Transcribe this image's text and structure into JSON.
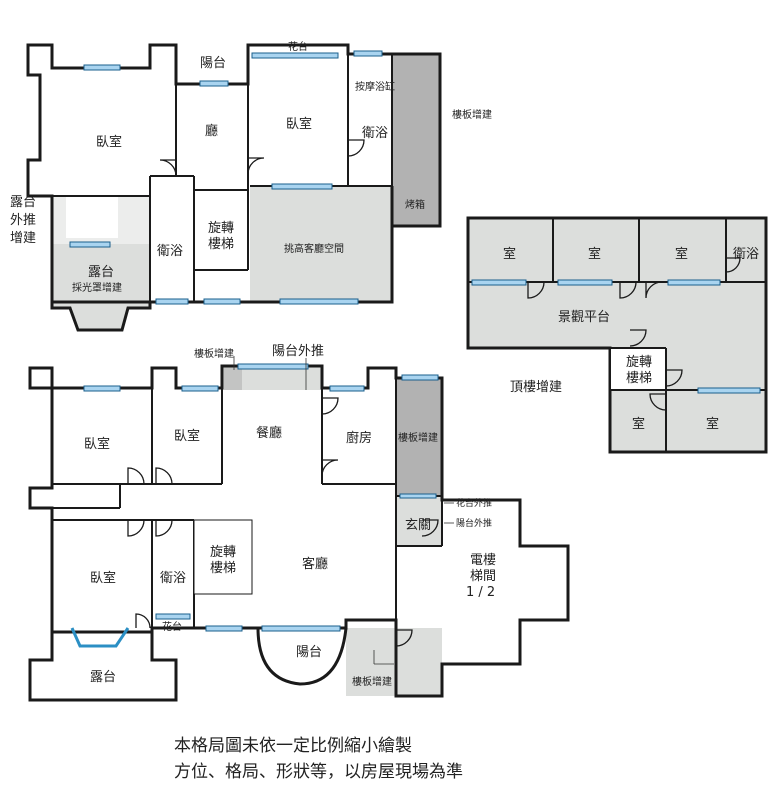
{
  "upper_floor": {
    "rooms": {
      "bedroom_nw": "臥室",
      "balcony_top": "陽台",
      "flower_bed_top": "花台",
      "hall": "廳",
      "bedroom_mid": "臥室",
      "massage_tub": "按摩浴缸",
      "bath_right": "衛浴",
      "floor_ext": "樓板增建",
      "oven": "烤箱",
      "terrace_push_1": "露台",
      "terrace_push_2": "外推",
      "terrace_push_3": "增建",
      "bath_left": "衛浴",
      "stair_1": "旋轉",
      "stair_2": "樓梯",
      "double_height": "挑高客廳空間",
      "terrace": "露台",
      "skylight": "採光罩增建"
    }
  },
  "roof_floor": {
    "title": "頂樓增建",
    "rooms": {
      "room_1": "室",
      "room_2": "室",
      "room_3": "室",
      "bath": "衛浴",
      "platform": "景觀平台",
      "stair_1": "旋轉",
      "stair_2": "樓梯",
      "room_4": "室",
      "room_5": "室"
    }
  },
  "main_floor": {
    "rooms": {
      "floor_ext_top": "樓板增建",
      "balcony_push": "陽台外推",
      "bedroom_nw": "臥室",
      "bedroom_mid": "臥室",
      "dining": "餐廳",
      "kitchen": "廚房",
      "floor_ext_right": "樓板增建",
      "flower_push": "花台外推",
      "balcony_push_small": "陽台外推",
      "entrance": "玄關",
      "bedroom_sw": "臥室",
      "bath": "衛浴",
      "stair_1": "旋轉",
      "stair_2": "樓梯",
      "living": "客廳",
      "elevator_1": "電樓",
      "elevator_2": "梯間",
      "elevator_3": "1 / 2",
      "flower_bed": "花台",
      "balcony": "陽台",
      "terrace": "露台",
      "floor_ext_bottom": "樓板增建"
    }
  },
  "note": {
    "line1": "本格局圖未依一定比例縮小繪製",
    "line2": "方位、格局、形狀等，以房屋現場為準"
  }
}
